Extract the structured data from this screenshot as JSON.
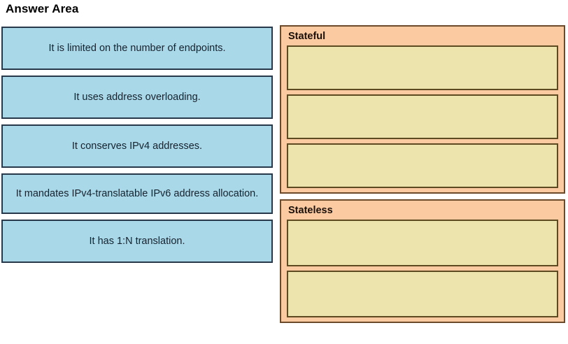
{
  "page": {
    "title": "Answer Area"
  },
  "options": {
    "items": [
      {
        "label": "It is limited on the number of endpoints.",
        "lines": 1
      },
      {
        "label": "It uses address overloading.",
        "lines": 1
      },
      {
        "label": "It conserves IPv4 addresses.",
        "lines": 1
      },
      {
        "label": "It mandates IPv4-translatable IPv6 address allocation.",
        "lines": 2
      },
      {
        "label": "It has 1:N translation.",
        "lines": 1
      }
    ]
  },
  "categories": [
    {
      "label": "Stateful",
      "drop_zones": [
        {
          "value": ""
        },
        {
          "value": ""
        },
        {
          "value": ""
        }
      ]
    },
    {
      "label": "Stateless",
      "drop_zones": [
        {
          "value": ""
        },
        {
          "value": ""
        }
      ]
    }
  ],
  "colors": {
    "option_fill": "#a9d9e9",
    "option_border": "#27384a",
    "category_fill": "#fbcaa1",
    "category_border": "#6b4a2c",
    "dropzone_fill": "#ece4ac",
    "dropzone_border": "#5e4a20",
    "text": "#16222e",
    "background": "#ffffff"
  }
}
